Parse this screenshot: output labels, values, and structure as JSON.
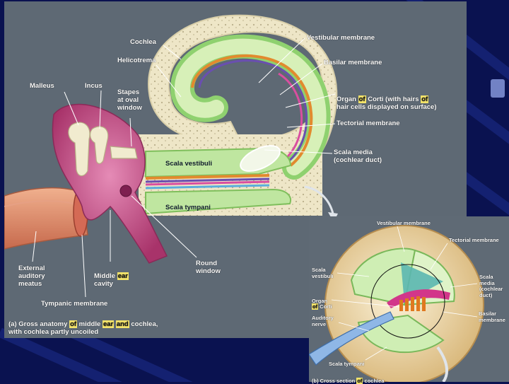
{
  "labels": {
    "cochlea": "Cochlea",
    "helicotrema": "Helicotrema",
    "malleus": "Malleus",
    "incus": "Incus",
    "stapes": "Stapes\nat oval\nwindow",
    "vestibular_membrane": "Vestibular membrane",
    "basilar_membrane": "Basilar membrane",
    "organ_corti_pre": "Organ ",
    "organ_corti_of": "of",
    "organ_corti_mid": " Corti (with hairs ",
    "organ_corti_of2": "of",
    "organ_corti_line2": "hair cells displayed on surface)",
    "tectorial_membrane": "Tectorial membrane",
    "scala_media": "Scala media\n(cochlear duct)",
    "scala_vestibuli": "Scala vestibuli",
    "scala_tympani": "Scala tympani",
    "external_auditory_meatus": "External\nauditory\nmeatus",
    "middle_ear_pre": "Middle ",
    "middle_ear_word": "ear",
    "middle_ear_post": "\ncavity",
    "round_window": "Round\nwindow",
    "tympanic_membrane": "Tympanic membrane",
    "caption_a_1": "(a)  Gross anatomy ",
    "caption_a_of": "of",
    "caption_a_2": " middle ",
    "caption_a_ear": "ear",
    "caption_a_and": "and",
    "caption_a_3": " cochlea,",
    "caption_a_line2": "with cochlea partly uncoiled"
  },
  "inset_labels": {
    "vestibular_membrane": "Vestibular membrane",
    "tectorial_membrane": "Tectorial membrane",
    "scala_vestibuli": "Scala\nvestibuli",
    "scala_media": "Scala\nmedia\n(cochlear\nduct)",
    "organ_pre": "Organ\n",
    "organ_of": "of",
    "organ_post": " Corti",
    "basilar_membrane": "Basilar\nmembrane",
    "auditory_nerve": "Auditory\nnerve",
    "scala_tympani": "Scala tympani",
    "caption_b_1": "(b)  Cross section ",
    "caption_b_of": "of",
    "caption_b_2": " cochlea"
  },
  "colors": {
    "background": "#0a1250",
    "panel": "#5e6974",
    "bone": "#efe7c9",
    "fluid_green": "#bfe6a0",
    "ear_pink": "#c94a86",
    "highlight": "#f3e36a"
  }
}
